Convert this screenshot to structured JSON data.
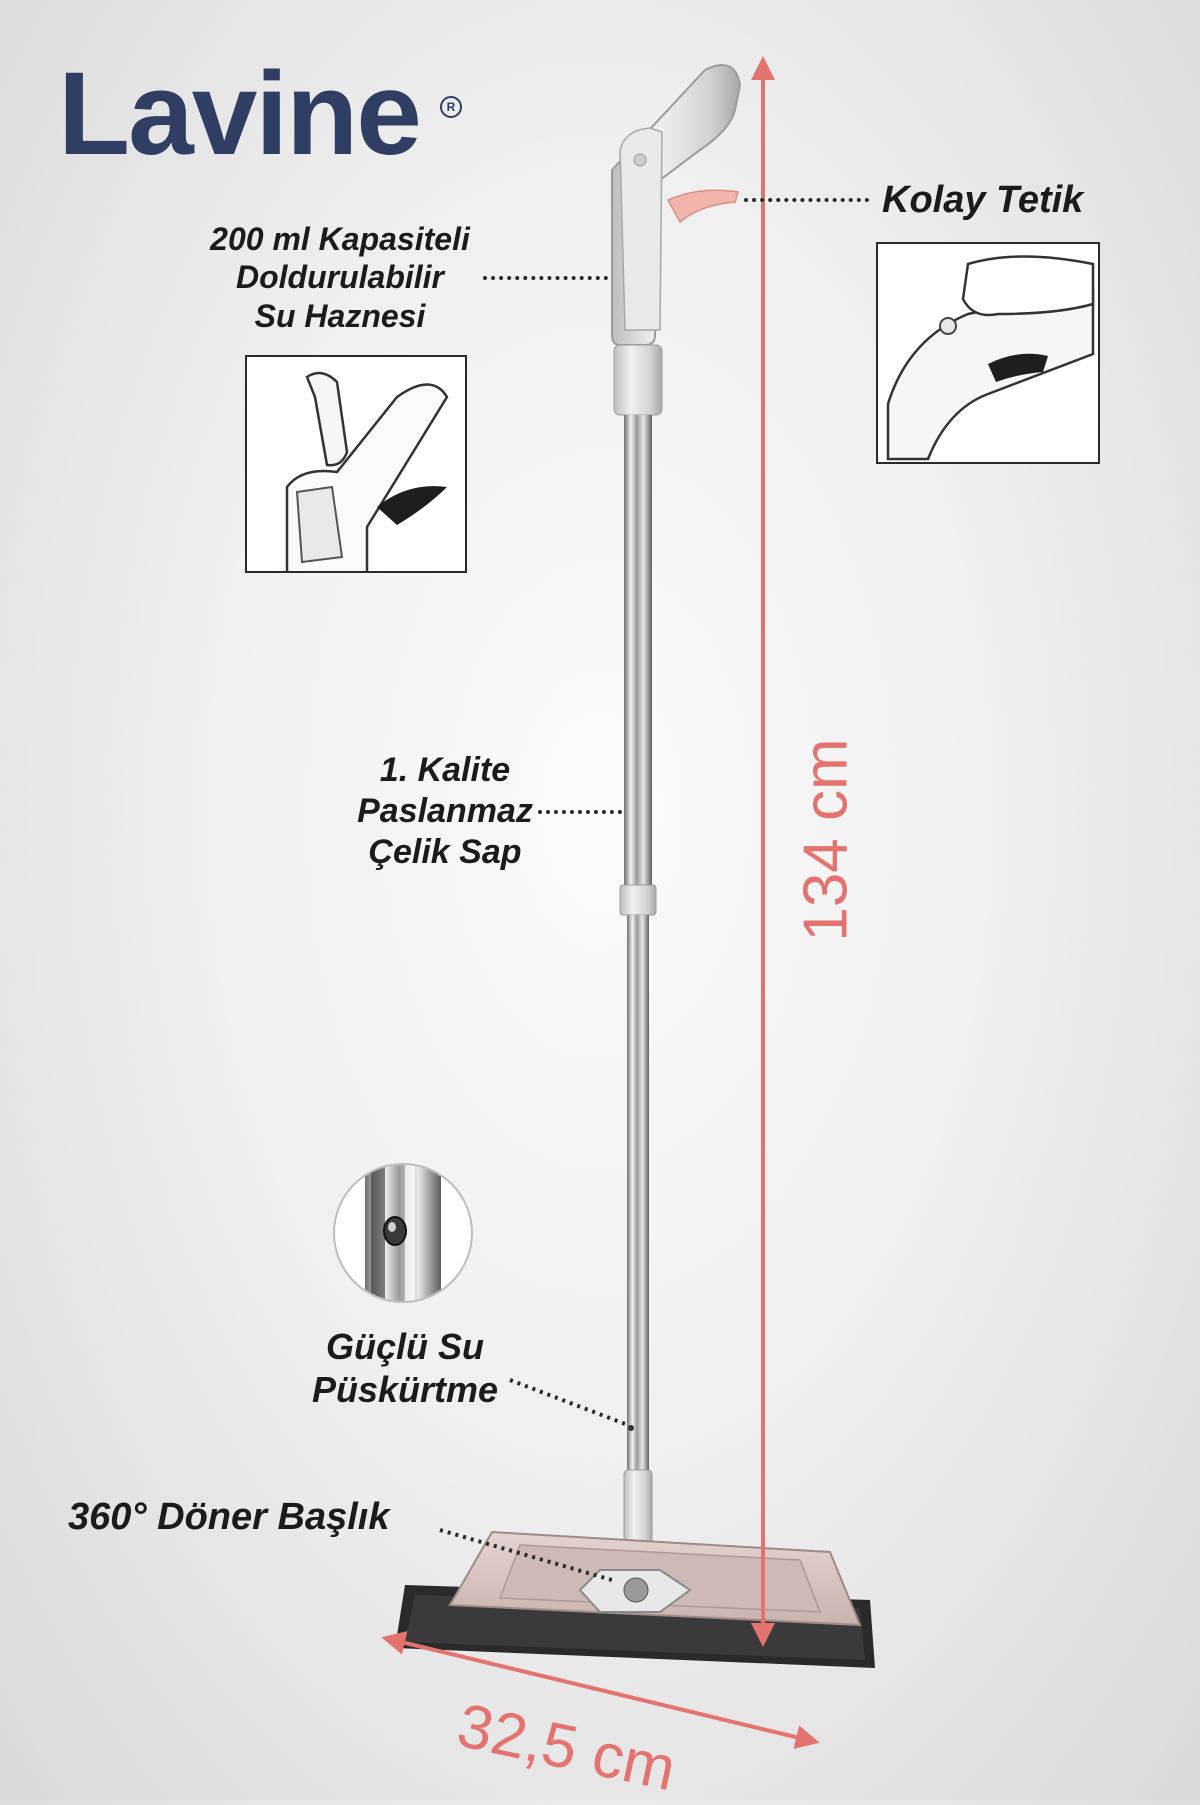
{
  "brand": {
    "name": "Lavine",
    "registered_mark": "R"
  },
  "callouts": {
    "tank": {
      "lines": [
        "200 ml Kapasiteli",
        "Doldurulabilir",
        "Su Haznesi"
      ]
    },
    "trigger": {
      "lines": [
        "Kolay Tetik"
      ]
    },
    "handle": {
      "lines": [
        "1. Kalite",
        "Paslanmaz",
        "Çelik Sap"
      ]
    },
    "spray": {
      "lines": [
        "Güçlü Su",
        "Püskürtme"
      ]
    },
    "head": {
      "lines": [
        "360° Döner Başlık"
      ]
    }
  },
  "dimensions": {
    "height": "134 cm",
    "width": "32,5 cm"
  },
  "colors": {
    "brand": "#2f3e62",
    "measure": "#e4736f",
    "trigger_pink": "#f2b5ad",
    "pad_pink": "#e9c6c1"
  }
}
